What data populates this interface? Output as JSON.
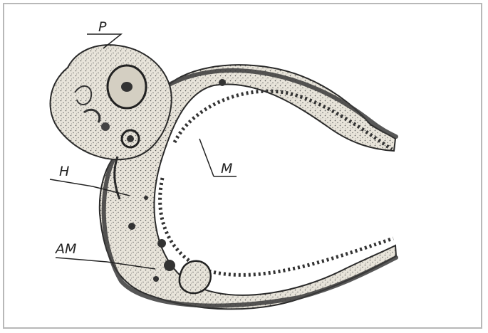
{
  "figure": {
    "labels": {
      "p": "P",
      "h": "H",
      "m": "M",
      "am": "AM"
    },
    "colors": {
      "ink": "#2a2a2a",
      "tissue": "#d9d4c8",
      "stipple": "#6a6a6a",
      "frame": "#b8b8b8"
    }
  }
}
